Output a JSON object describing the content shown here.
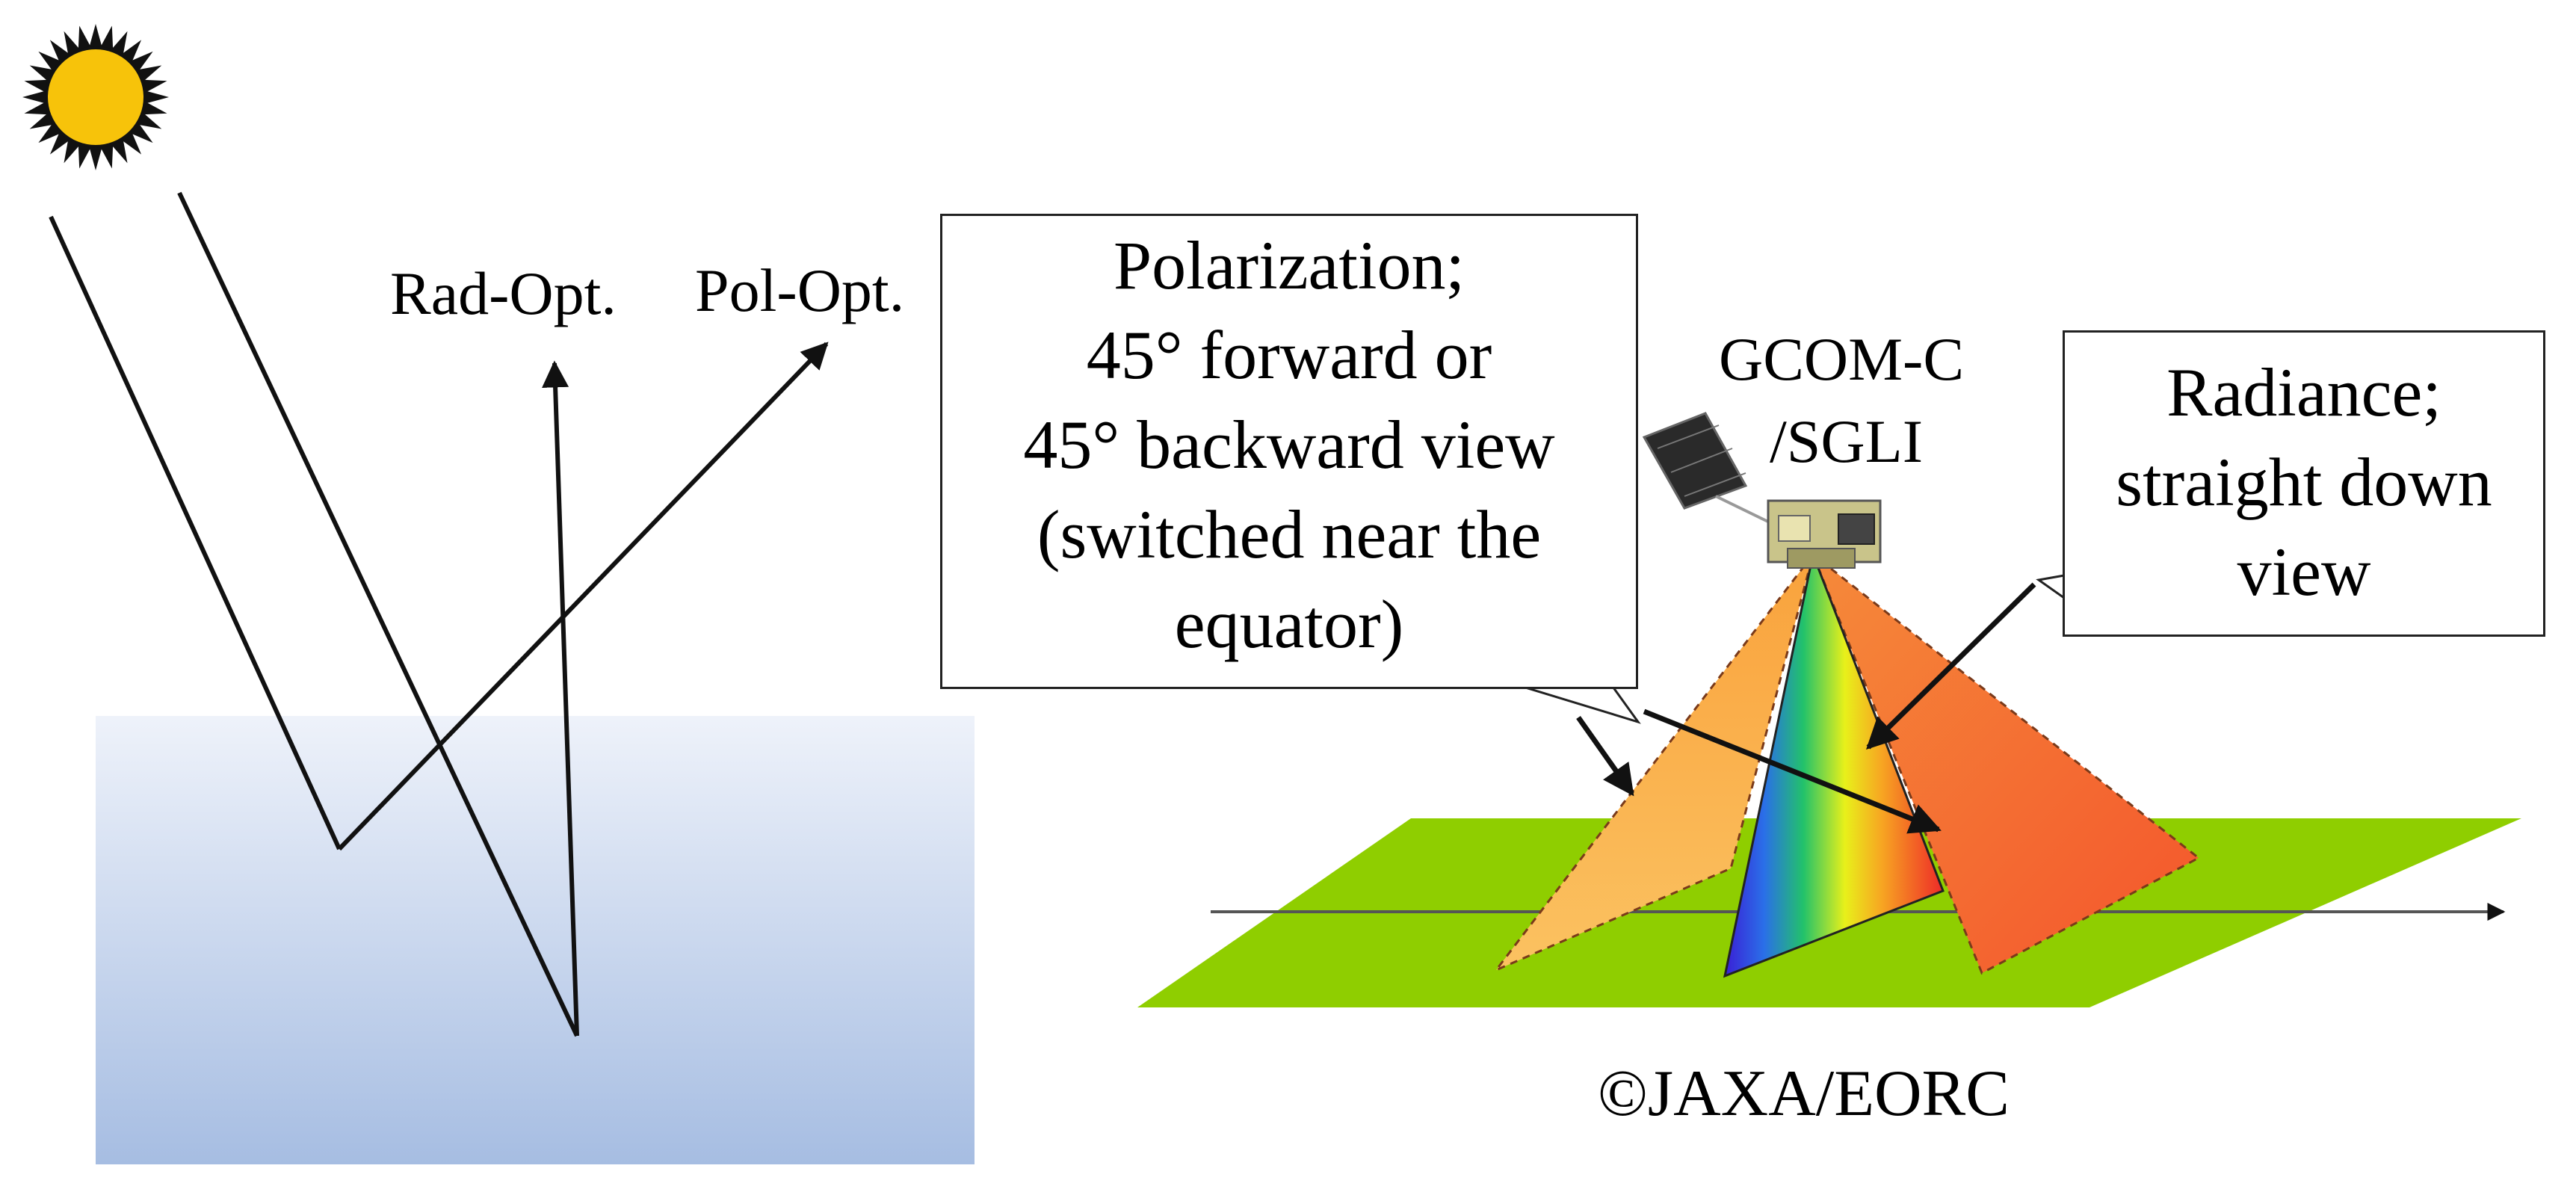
{
  "labels": {
    "rad_opt": "Rad-Opt.",
    "pol_opt": "Pol-Opt.",
    "satellite_line1": "GCOM-C",
    "satellite_line2": "/SGLI",
    "copyright": "©JAXA/EORC"
  },
  "callouts": {
    "polarization": [
      "Polarization;",
      "45° forward or",
      "45° backward view",
      "(switched near the",
      "equator)"
    ],
    "radiance": [
      "Radiance;",
      "straight down",
      "view"
    ]
  },
  "colors": {
    "sun": "#f7c30a",
    "water_top": "#eef2fa",
    "water_bottom": "#a6bde2",
    "ground": "#8fce00",
    "cone": "#f9a33a"
  }
}
